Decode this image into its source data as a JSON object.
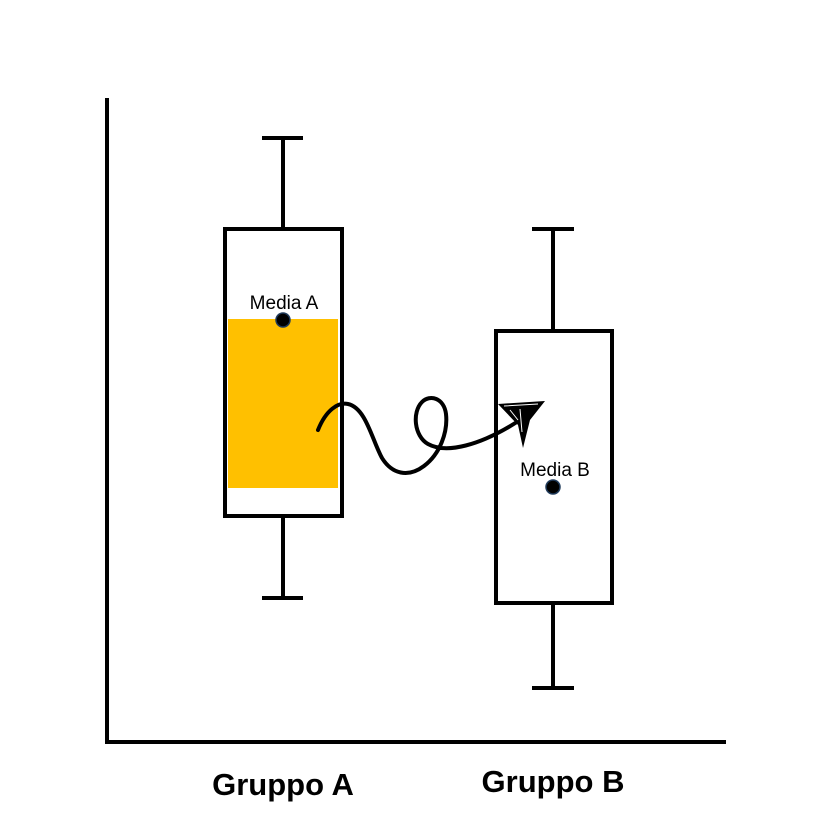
{
  "title": "Box plot comparison",
  "groups": [
    {
      "name": "Gruppo A",
      "mean_label": "Media A"
    },
    {
      "name": "Gruppo B",
      "mean_label": "Media B"
    }
  ],
  "colors": {
    "highlight": "#FFC000",
    "stroke": "#000000",
    "mean_dot_stroke": "#1f3a5a"
  }
}
